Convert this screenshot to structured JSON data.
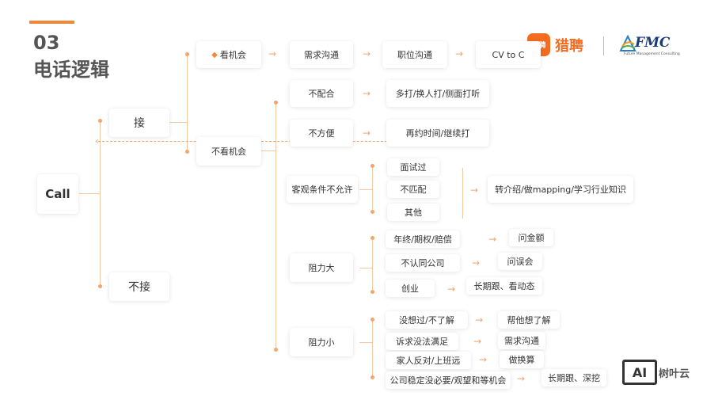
{
  "header": {
    "section_number": "03",
    "title": "电话逻辑"
  },
  "logos": {
    "liepin_mark": "猎聘",
    "liepin_word": "猎聘",
    "fmc_word": "FMC",
    "fmc_sub": "Future Management Consulting"
  },
  "watermark": {
    "box": "AI",
    "text": "树叶云"
  },
  "colors": {
    "accent": "#f0883a",
    "line": "#f3c9a5",
    "title": "#555555"
  },
  "nodes": {
    "call": "Call",
    "answer": "接",
    "no_answer": "不接",
    "see_opportunity": "看机会",
    "not_see_opportunity": "不看机会",
    "need_communication": "需求沟通",
    "position_communication": "职位沟通",
    "cv_to_c": "CV to C",
    "not_cooperate": "不配合",
    "retry_call": "多打/换人打/侧面打听",
    "inconvenient": "不方便",
    "reschedule": "再约时间/继续打",
    "objective_conditions": "客观条件不允许",
    "interviewed": "面试过",
    "mismatch": "不匹配",
    "other": "其他",
    "referral": "转介绍/做mapping/学习行业知识",
    "high_resistance": "阻力大",
    "year_end_bonus": "年终/期权/赔偿",
    "ask_amount": "问金额",
    "disagree_company": "不认同公司",
    "ask_misunderstanding": "问误会",
    "startup": "创业",
    "long_term_follow": "长期跟、看动态",
    "low_resistance": "阻力小",
    "not_thought": "没想过/不了解",
    "help_think": "帮他想了解",
    "demand_unmet": "诉求没法满足",
    "need_communication_2": "需求沟通",
    "family_opposition": "家人反对/上班远",
    "recalculate": "做换算",
    "stable_company": "公司稳定没必要/观望和等机会",
    "long_term_deep": "长期跟、深挖"
  }
}
